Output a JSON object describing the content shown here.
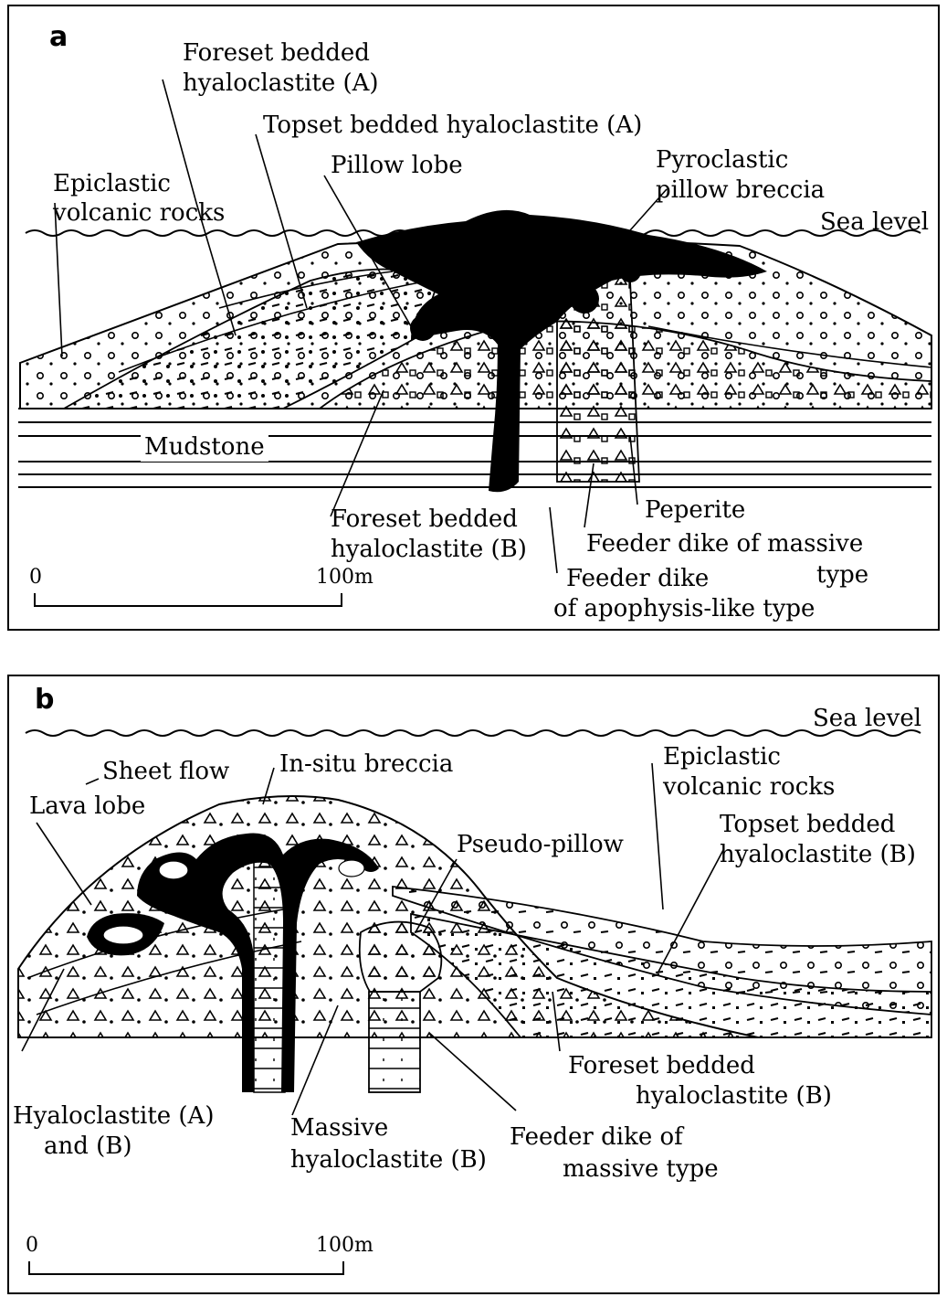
{
  "panel_a": {
    "letter": "a",
    "labels": {
      "foreset_a": [
        "Foreset bedded",
        "hyaloclastite (A)"
      ],
      "topset_a": "Topset bedded hyaloclastite (A)",
      "pillow_lobe": "Pillow lobe",
      "pyroclastic": [
        "Pyroclastic",
        "pillow breccia"
      ],
      "epiclastic": [
        "Epiclastic",
        "volcanic rocks"
      ],
      "sea_level": "Sea level",
      "mudstone": "Mudstone",
      "peperite": "Peperite",
      "foreset_b": [
        "Foreset bedded",
        "hyaloclastite (B)"
      ],
      "feeder_massive": [
        "Feeder dike of massive",
        "type"
      ],
      "feeder_apophysis": [
        "Feeder dike",
        "of apophysis-like type"
      ]
    },
    "scale": {
      "start": "0",
      "end": "100m"
    }
  },
  "panel_b": {
    "letter": "b",
    "labels": {
      "sea_level": "Sea level",
      "sheet_flow": "Sheet flow",
      "in_situ": "In-situ breccia",
      "lava_lobe": "Lava lobe",
      "epiclastic": [
        "Epiclastic",
        "volcanic rocks"
      ],
      "topset_b": [
        "Topset bedded",
        "hyaloclastite (B)"
      ],
      "pseudo_pillow": "Pseudo-pillow",
      "foreset_b": [
        "Foreset bedded",
        "hyaloclastite (B)"
      ],
      "hyalo_ab": [
        "Hyaloclastite (A)",
        "and (B)"
      ],
      "massive": [
        "Massive",
        "hyaloclastite (B)"
      ],
      "feeder_massive": [
        "Feeder dike of",
        "massive type"
      ]
    },
    "scale": {
      "start": "0",
      "end": "100m"
    }
  }
}
